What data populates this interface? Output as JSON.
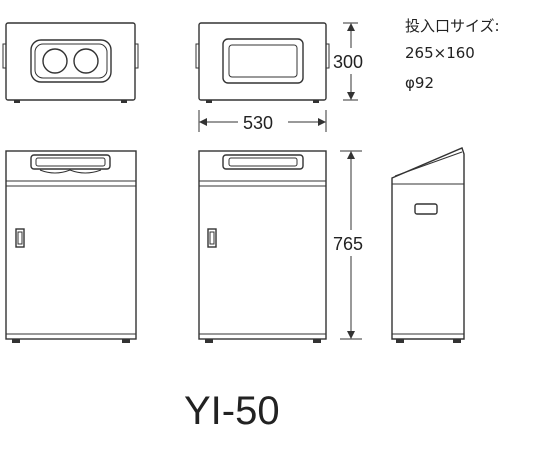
{
  "specs": {
    "line1": "投入口サイズ:",
    "line2": "265×160",
    "line3": "φ92"
  },
  "dimensions": {
    "top_height": "300",
    "width": "530",
    "height": "765"
  },
  "model": "YI-50"
}
